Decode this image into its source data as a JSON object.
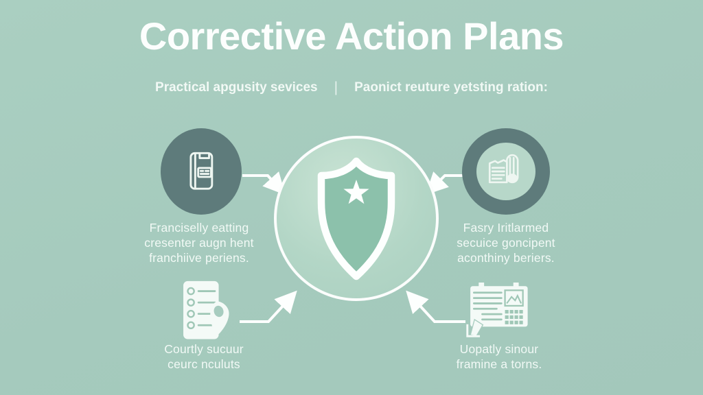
{
  "title": "Corrective Action Plans",
  "subtitle": {
    "left": "Practical apgusity sevices",
    "divider": "|",
    "right": "Paonict reuture yetsting ration:"
  },
  "center": {
    "icon": "shield-star-icon"
  },
  "nodes": [
    {
      "id": "top-left",
      "icon": "notebook-icon",
      "lines": [
        "Franciselly eatting",
        "cresenter augn hent",
        "franchiive periens."
      ]
    },
    {
      "id": "top-right",
      "icon": "document-pencil-icon",
      "lines": [
        "Fasry Iritlarmed",
        "secuice goncipent",
        "aconthiny beriers."
      ]
    },
    {
      "id": "bottom-left",
      "icon": "checklist-magnifier-icon",
      "lines": [
        "Courtly sucuur",
        "ceurc nculuts"
      ]
    },
    {
      "id": "bottom-right",
      "icon": "form-pencil-icon",
      "lines": [
        "Uopatly sinour",
        "framine a torns."
      ]
    }
  ],
  "colors": {
    "background": "#a7ccbf",
    "dark_node": "#5e7b7b",
    "center_fill": "#b3d6c6",
    "shield_fill": "#8cc1ab",
    "line_white": "#ffffff",
    "icon_detail_green": "#9fc7b6"
  }
}
